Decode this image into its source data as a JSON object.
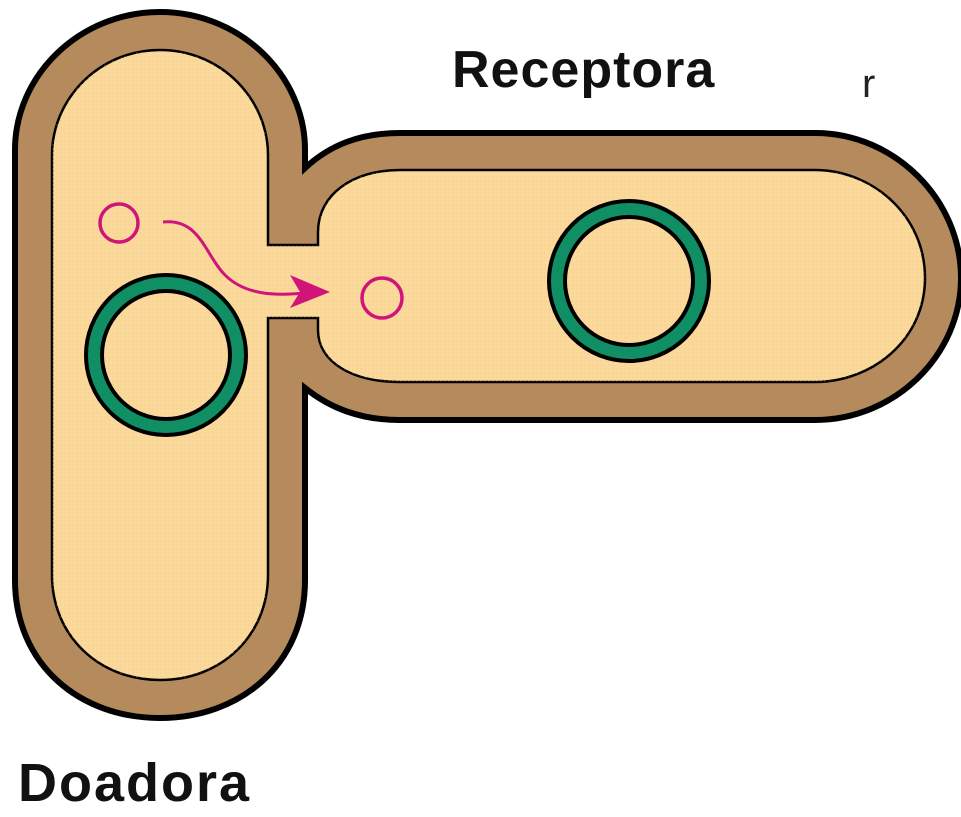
{
  "labels": {
    "recipient": "Receptora",
    "donor": "Doadora",
    "cropped_fragment": "r"
  },
  "colors": {
    "cell_wall": "#b58a5c",
    "cytoplasm": "#fbd99b",
    "outline": "#000000",
    "chromosome": "#0f8f63",
    "plasmid": "#d0147a",
    "background": "#ffffff"
  },
  "icons": {
    "transfer_arrow": "curved-arrow-icon"
  }
}
